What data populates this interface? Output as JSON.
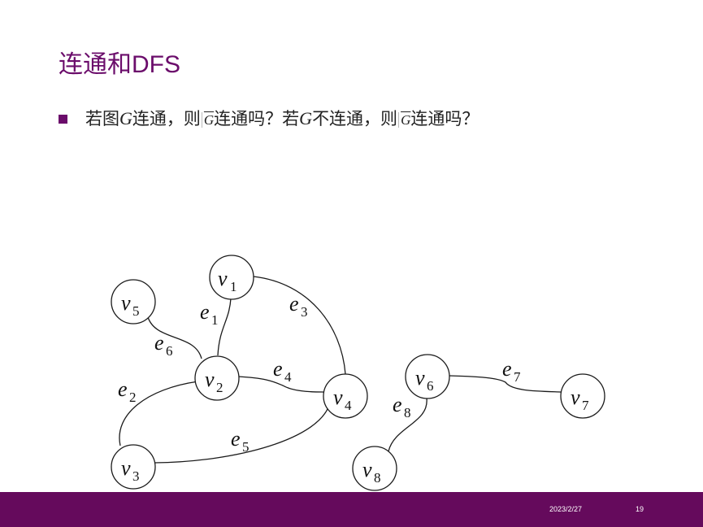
{
  "slide": {
    "title_cn": "连通和",
    "title_en": "DFS",
    "bullet": {
      "p1": "若图",
      "v1": "G",
      "p2": "连通，则",
      "bar1": "G",
      "p3": "连通吗？若",
      "v2": "G",
      "p4": "不连通，则",
      "bar2": "G",
      "p5": "连通吗？"
    }
  },
  "graph": {
    "nodes": [
      {
        "id": "v1",
        "base": "v",
        "sub": "1"
      },
      {
        "id": "v2",
        "base": "v",
        "sub": "2"
      },
      {
        "id": "v3",
        "base": "v",
        "sub": "3"
      },
      {
        "id": "v4",
        "base": "v",
        "sub": "4"
      },
      {
        "id": "v5",
        "base": "v",
        "sub": "5"
      },
      {
        "id": "v6",
        "base": "v",
        "sub": "6"
      },
      {
        "id": "v7",
        "base": "v",
        "sub": "7"
      },
      {
        "id": "v8",
        "base": "v",
        "sub": "8"
      }
    ],
    "edges": [
      {
        "id": "e1",
        "base": "e",
        "sub": "1",
        "from": "v1",
        "to": "v2"
      },
      {
        "id": "e2",
        "base": "e",
        "sub": "2",
        "from": "v2",
        "to": "v3"
      },
      {
        "id": "e3",
        "base": "e",
        "sub": "3",
        "from": "v1",
        "to": "v4"
      },
      {
        "id": "e4",
        "base": "e",
        "sub": "4",
        "from": "v2",
        "to": "v4"
      },
      {
        "id": "e5",
        "base": "e",
        "sub": "5",
        "from": "v3",
        "to": "v4"
      },
      {
        "id": "e6",
        "base": "e",
        "sub": "6",
        "from": "v5",
        "to": "v2"
      },
      {
        "id": "e7",
        "base": "e",
        "sub": "7",
        "from": "v6",
        "to": "v7"
      },
      {
        "id": "e8",
        "base": "e",
        "sub": "8",
        "from": "v6",
        "to": "v8"
      }
    ]
  },
  "footer": {
    "date": "2023/2/27",
    "page": "19",
    "bar_color": "#650a5c"
  },
  "theme": {
    "accent": "#6b0d6b"
  }
}
